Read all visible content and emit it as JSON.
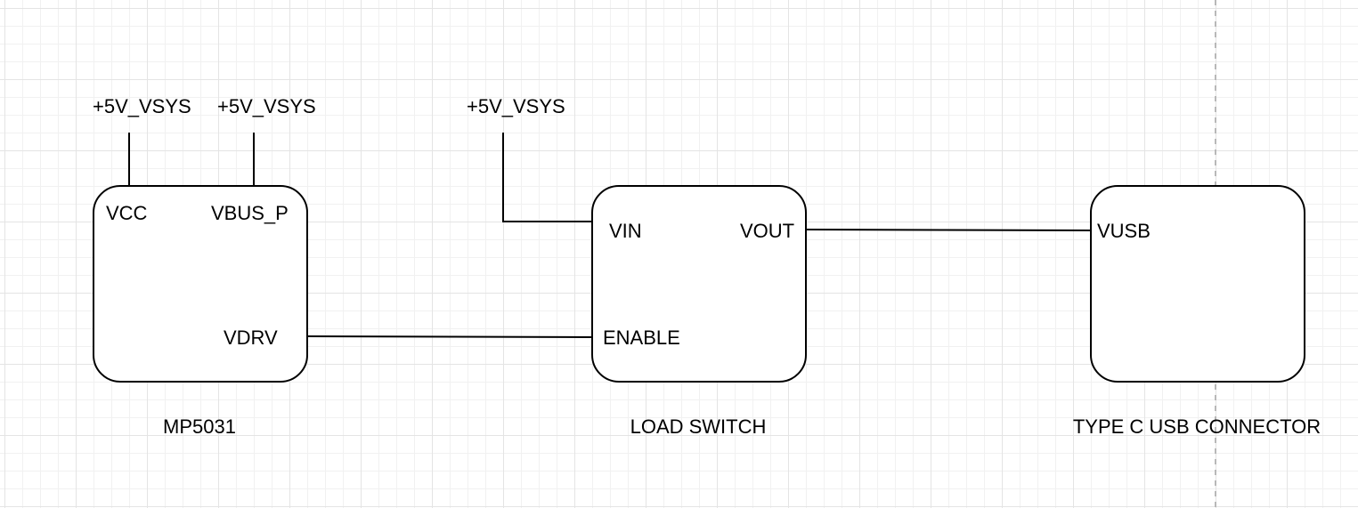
{
  "power_labels": {
    "mp5031_vcc_supply": "+5V_VSYS",
    "mp5031_vbus_supply": "+5V_VSYS",
    "load_switch_vin_supply": "+5V_VSYS"
  },
  "blocks": {
    "mp5031": {
      "name": "MP5031",
      "pins": {
        "vcc": "VCC",
        "vbus_p": "VBUS_P",
        "vdrv": "VDRV"
      }
    },
    "load_switch": {
      "name": "LOAD SWITCH",
      "pins": {
        "vin": "VIN",
        "vout": "VOUT",
        "enable": "ENABLE"
      }
    },
    "usb_connector": {
      "name": "TYPE C USB CONNECTOR",
      "pins": {
        "vusb": "VUSB"
      }
    }
  },
  "colors": {
    "line": "#000000",
    "grid_major": "#e4e4e4",
    "grid_minor": "#f1f1f1",
    "page_break": "#b8b8b8"
  }
}
